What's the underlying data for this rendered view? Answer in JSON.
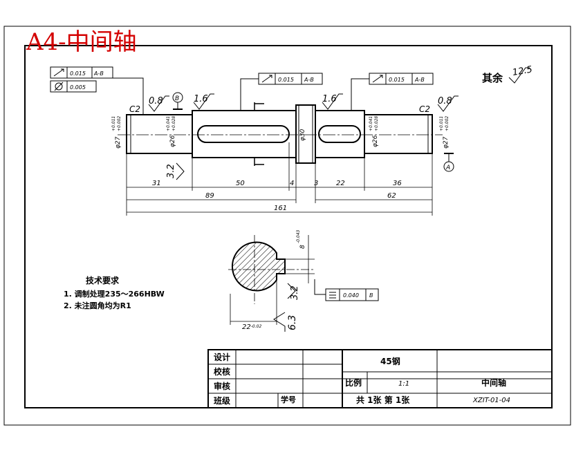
{
  "sheet_title": "A4-中间轴",
  "surface_note": {
    "label": "其余",
    "roughness": "12.5"
  },
  "fcf_left": {
    "row1": {
      "tolerance": "0.015",
      "datum": "A-B"
    },
    "row2": {
      "tolerance": "0.005"
    }
  },
  "fcf_mid": {
    "tolerance": "0.015",
    "datum": "A-B"
  },
  "fcf_right": {
    "tolerance": "0.015",
    "datum": "A-B"
  },
  "fcf_section": {
    "tolerance": "0.040",
    "datum": "B"
  },
  "datum_labels": {
    "b": "B",
    "a": "A"
  },
  "chamfers": {
    "left": "C2",
    "right": "C2"
  },
  "roughness": {
    "r08_left": "0.8",
    "r16_left": "1.6",
    "r16_right": "1.6",
    "r08_right": "0.8",
    "r32_left": "3.2",
    "r32_section": "3.2",
    "r63_section": "6.3"
  },
  "diameters": {
    "d1": {
      "base": "φ27",
      "upper": "+0.011",
      "lower": "+0.002"
    },
    "d2": {
      "base": "φ26",
      "upper": "+0.041",
      "lower": "+0.028"
    },
    "d3": {
      "base": "φ30"
    },
    "d4": {
      "base": "φ26",
      "upper": "+0.041",
      "lower": "+0.028"
    },
    "d5": {
      "base": "φ27",
      "upper": "+0.011",
      "lower": "+0.002"
    }
  },
  "dimensions": {
    "d31": "31",
    "d50": "50",
    "d4": "4",
    "d3": "3",
    "d22": "22",
    "d36": "36",
    "d89": "89",
    "d62": "62",
    "d161": "161"
  },
  "section": {
    "keyway_width": "8",
    "keyway_tol": "-0.043",
    "depth": "22",
    "depth_tol": "-0.02"
  },
  "tech_requirements": {
    "heading": "技术要求",
    "items": [
      "1. 调制处理235～266HBW",
      "2. 未注圆角均为R1"
    ]
  },
  "title_block": {
    "design": "设计",
    "check": "校核",
    "review": "审核",
    "class": "班级",
    "student_no": "学号",
    "material": "45钢",
    "scale_label": "比例",
    "scale_value": "1:1",
    "part_name": "中间轴",
    "sheet_count": "共 1张 第 1张",
    "drawing_no": "XZIT-01-04"
  }
}
